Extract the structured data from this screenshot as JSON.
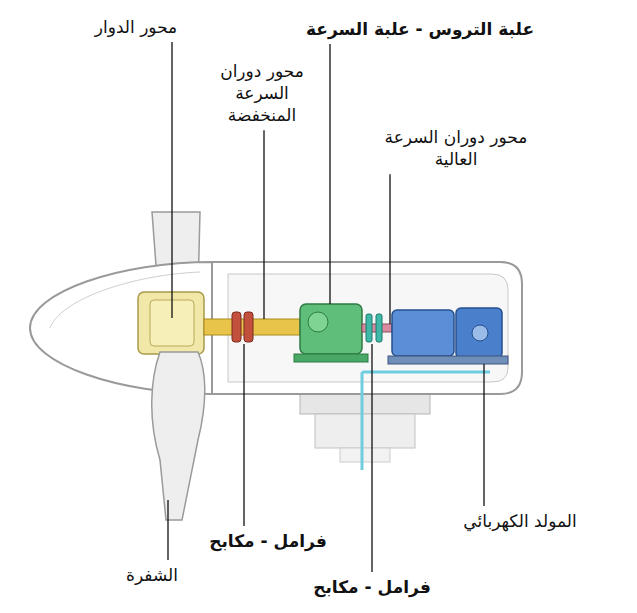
{
  "diagram": {
    "labels": [
      "محور الدوار",
      "علبة التروس - علبة السرعة",
      "محور دوران السرعة المنخفضة",
      "محور دوران السرعة العالية",
      "فرامل - مكابح",
      "المولد الكهربائي",
      "الشفرة",
      "فرامل - مكابح"
    ]
  }
}
